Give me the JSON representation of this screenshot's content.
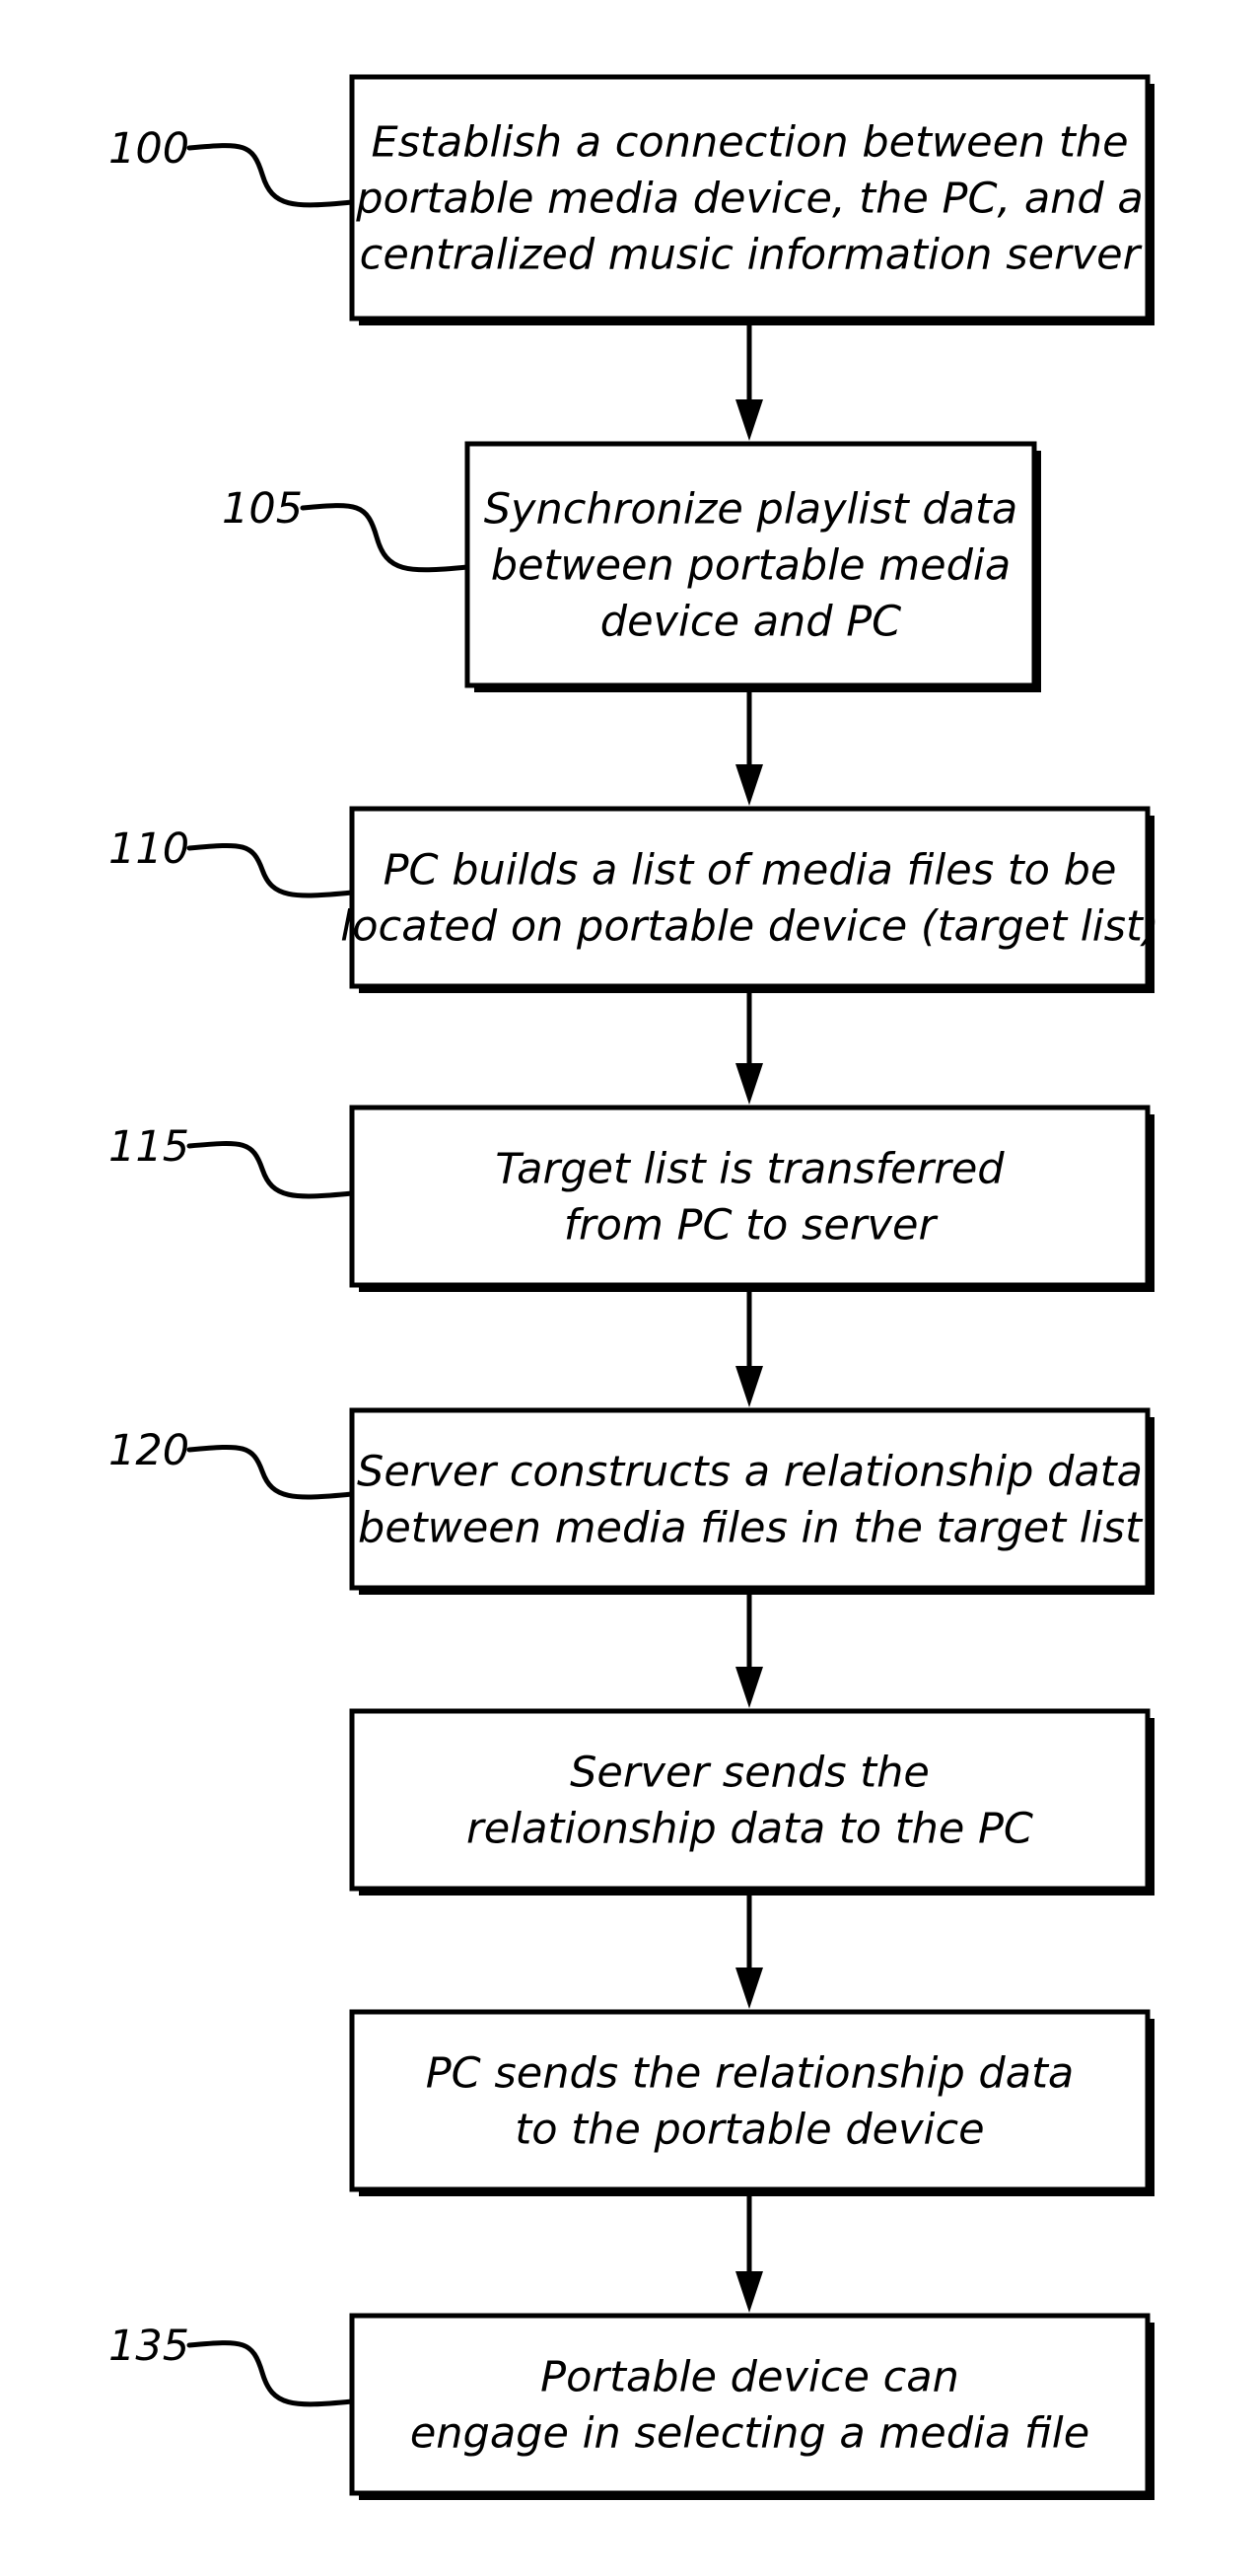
{
  "steps": [
    {
      "ref": "100",
      "lines": [
        "Establish a connection between the",
        "portable media device, the PC, and a",
        "centralized music information server"
      ]
    },
    {
      "ref": "105",
      "lines": [
        "Synchronize playlist data",
        "between portable media",
        "device and PC"
      ]
    },
    {
      "ref": "110",
      "lines": [
        "PC builds a list of media files to be",
        "located on portable device (target list)"
      ]
    },
    {
      "ref": "115",
      "lines": [
        "Target list is transferred",
        "from PC to server"
      ]
    },
    {
      "ref": "120",
      "lines": [
        "Server constructs a relationship data",
        "between media files in the target list"
      ]
    },
    {
      "ref": "",
      "lines": [
        "Server sends the",
        "relationship data to the PC"
      ]
    },
    {
      "ref": "",
      "lines": [
        "PC sends the relationship data",
        "to the portable device"
      ]
    },
    {
      "ref": "135",
      "lines": [
        "Portable device can",
        "engage in selecting a media file"
      ]
    }
  ]
}
